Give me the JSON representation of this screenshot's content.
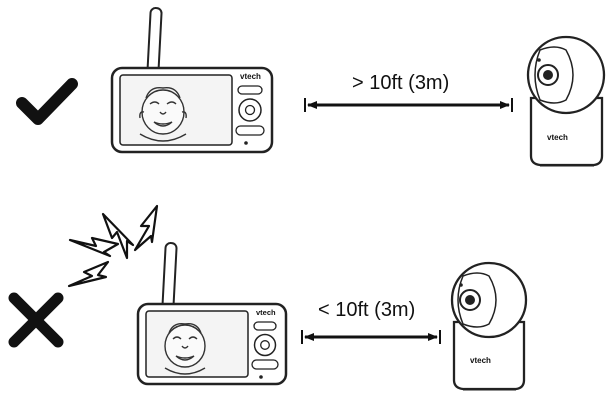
{
  "rows": [
    {
      "status": "correct",
      "status_icon": "checkmark-icon",
      "distance_label": "> 10ft (3m)",
      "monitor_brand": "vtech",
      "camera_brand": "vtech"
    },
    {
      "status": "incorrect",
      "status_icon": "cross-icon",
      "interference_icon": "lightning-bolt-icon",
      "distance_label": "< 10ft (3m)",
      "monitor_brand": "vtech",
      "camera_brand": "vtech"
    }
  ],
  "colors": {
    "ink": "#111111",
    "outline": "#222222",
    "screen": "#f4f4f4",
    "background": "#ffffff"
  }
}
